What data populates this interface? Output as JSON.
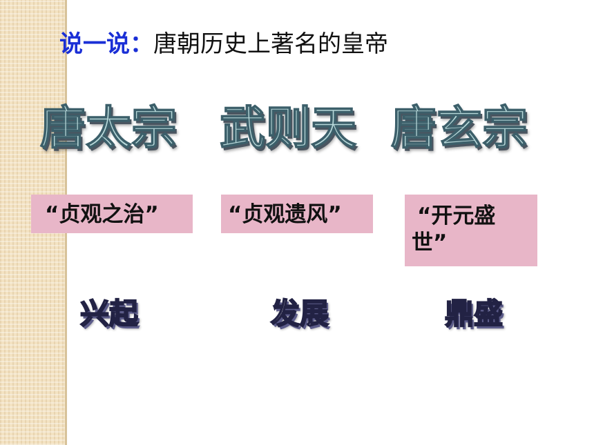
{
  "title": {
    "lead": "说一说：",
    "rest": "唐朝历史上著名的皇帝"
  },
  "emperors": [
    {
      "name": "唐太宗",
      "slogan": "“贞观之治”",
      "stage": "兴起"
    },
    {
      "name": "武则天",
      "slogan": "“贞观遗风”",
      "stage": "发展"
    },
    {
      "name": "唐玄宗",
      "slogan_line1": "“开元盛",
      "slogan_line2": "世”",
      "stage": "鼎盛"
    }
  ],
  "colors": {
    "title_lead": "#1a2fd6",
    "box_fill": "#e8b6c8",
    "emperor_fill": "#b8d9da",
    "side_strip": "#f3e2c2"
  }
}
